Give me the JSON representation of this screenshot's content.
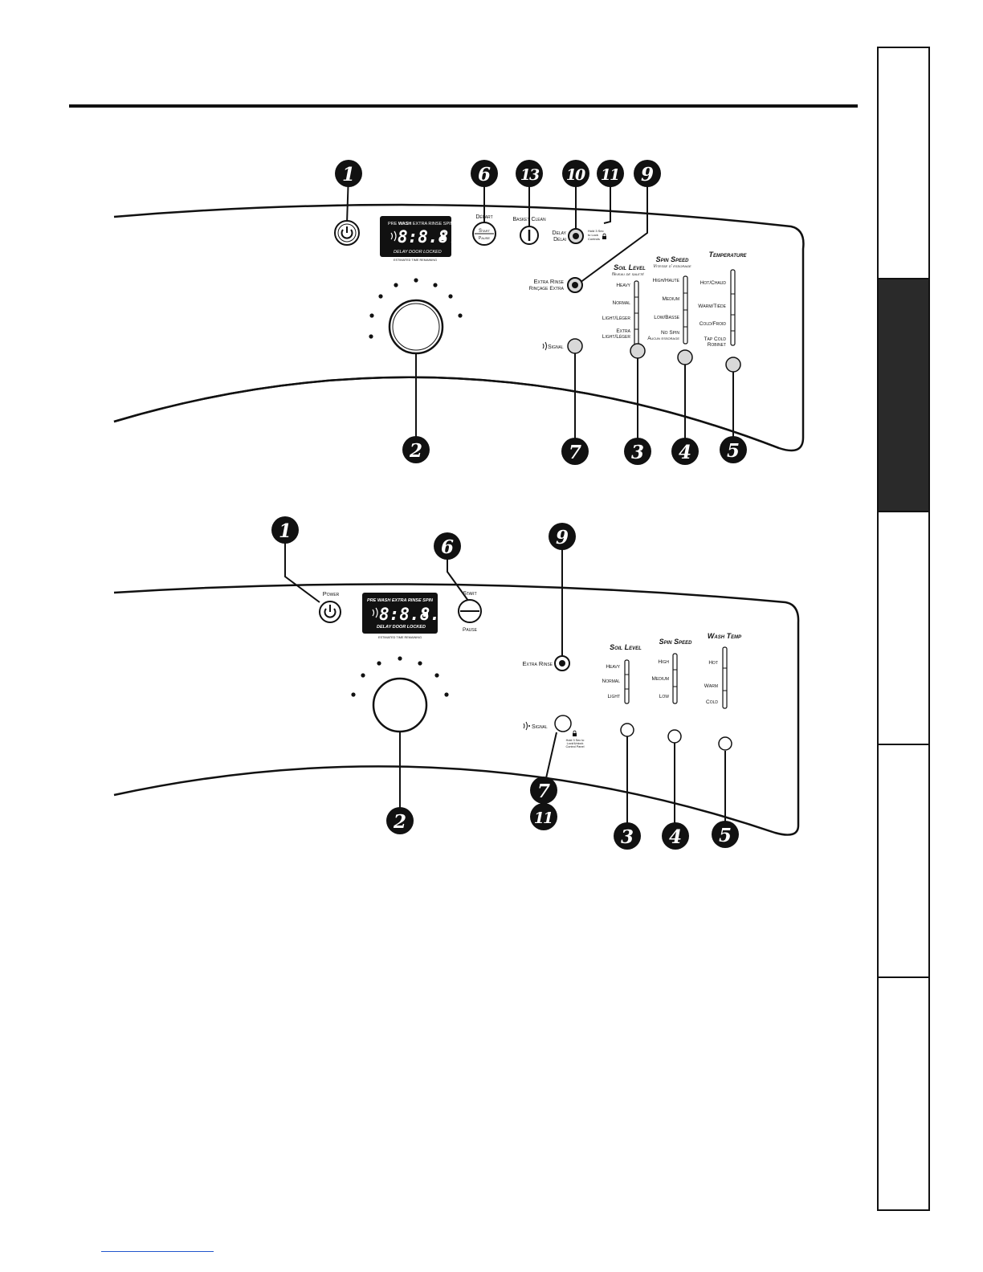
{
  "side_tabs": [
    {
      "active": false
    },
    {
      "active": true
    },
    {
      "active": false
    },
    {
      "active": false
    },
    {
      "active": false
    }
  ],
  "colors": {
    "ink": "#111111",
    "tab_active": "#2a2a2a",
    "button": "#d8d8d8"
  },
  "panel_top": {
    "callouts": {
      "c1": "1",
      "c6": "6",
      "c13": "13",
      "c10": "10",
      "c11": "11",
      "c9": "9",
      "c2": "2",
      "c7": "7",
      "c3": "3",
      "c4": "4",
      "c5": "5"
    },
    "display": {
      "top_line_a": "PRE ",
      "top_line_b": "WASH",
      "top_line_c": " EXTRA RINSE SPIN",
      "digits": "8:8.8.",
      "bottom_line": "DELAY  DOOR LOCKED",
      "caption": "ESTIMATED TIME REMAINING"
    },
    "labels": {
      "start_fr": "Départ",
      "start": "Start",
      "pause": "Pause",
      "basket_clean": "Basket Clean",
      "delay": "Delay",
      "delay_fr": "Délai",
      "hold_lock_1": "Hold 3 Sec",
      "hold_lock_2": "to Lock",
      "hold_lock_3": "Controls",
      "extra_rinse": "Extra Rinse",
      "extra_rinse_fr": "Rinçage Extra",
      "signal": "Signal",
      "soil_title": "Soil Level",
      "soil_title_fr": "Niveau de saleté",
      "soil_heavy": "Heavy",
      "soil_normal": "Normal",
      "soil_light": "Light/Léger",
      "soil_extra_1": "Extra",
      "soil_extra_2": "Light/Léger",
      "spin_title": "Spin Speed",
      "spin_title_fr": "Vitesse d' essorage",
      "spin_high": "High/Haute",
      "spin_medium": "Medium",
      "spin_low": "Low/Basse",
      "spin_none_1": "No Spin",
      "spin_none_2": "Aucun essorage",
      "temp_title": "Temperature",
      "temp_hot": "Hot/Chaud",
      "temp_warm": "Warm/Tiède",
      "temp_cold": "Cold/Froid",
      "temp_tap_1": "Tap Cold",
      "temp_tap_2": "Robinet"
    }
  },
  "panel_bottom": {
    "callouts": {
      "c1": "1",
      "c6": "6",
      "c9": "9",
      "c2": "2",
      "c7": "7",
      "c11": "11",
      "c3": "3",
      "c4": "4",
      "c5": "5"
    },
    "display": {
      "top_line": "PRE WASH EXTRA RINSE SPIN",
      "digits": "8:8.8.",
      "bottom_line": "DELAY  DOOR LOCKED",
      "caption": "ESTIMATED TIME REMAINING"
    },
    "labels": {
      "power": "Power",
      "start": "Start",
      "pause": "Pause",
      "extra_rinse": "Extra Rinse",
      "signal": "Signal",
      "hold_lock_1": "Hold 3 Sec to",
      "hold_lock_2": "Lock/Unlock",
      "hold_lock_3": "Control Panel",
      "soil_title": "Soil Level",
      "soil_heavy": "Heavy",
      "soil_normal": "Normal",
      "soil_light": "Light",
      "spin_title": "Spin Speed",
      "spin_high": "High",
      "spin_medium": "Medium",
      "spin_low": "Low",
      "temp_title": "Wash Temp",
      "temp_hot": "Hot",
      "temp_warm": "Warm",
      "temp_cold": "Cold"
    }
  }
}
